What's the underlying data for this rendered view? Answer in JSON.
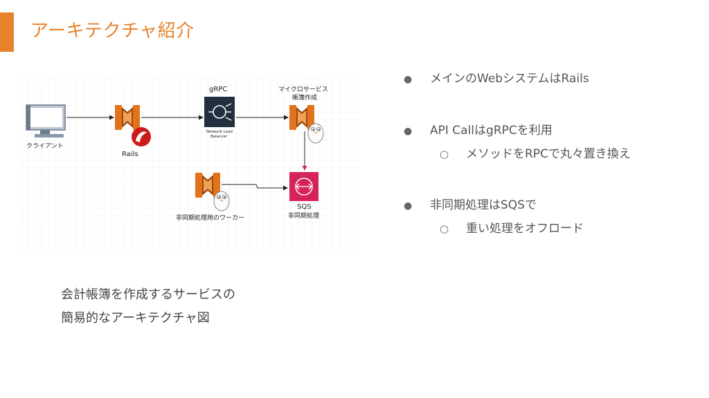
{
  "slide": {
    "title": "アーキテクチャ紹介",
    "accent_color": "#e8822a",
    "title_color": "#e8822a"
  },
  "diagram": {
    "client_label": "クライアント",
    "rails_label": "Rails",
    "grpc_label": "gRPC",
    "nlb_label_1": "Network Load",
    "nlb_label_2": "Balancer",
    "micro_label_1": "マイクロサービス",
    "micro_label_2": "帳簿作成",
    "worker_label": "非同期処理用のワーカー",
    "sqs_label_1": "SQS",
    "sqs_label_2": "非同期処理",
    "colors": {
      "ecs_orange": "#e2731c",
      "ecs_dark": "#9c4a12",
      "nlb_bg": "#232f3e",
      "sqs_bg": "#d6245a",
      "rails_red": "#cc1b1b",
      "grid": "#e4e4e4"
    }
  },
  "caption": {
    "line1": "会計帳簿を作成するサービスの",
    "line2": "簡易的なアーキテクチャ図"
  },
  "bullets": [
    {
      "marker": "●",
      "text": "メインのWebシステムはRails",
      "level": 1
    },
    {
      "marker": "●",
      "text": "API CallはgRPCを利用",
      "level": 1
    },
    {
      "marker": "○",
      "text": "メソッドをRPCで丸々置き換え",
      "level": 2
    },
    {
      "marker": "●",
      "text": "非同期処理はSQSで",
      "level": 1
    },
    {
      "marker": "○",
      "text": "重い処理をオフロード",
      "level": 2
    }
  ]
}
